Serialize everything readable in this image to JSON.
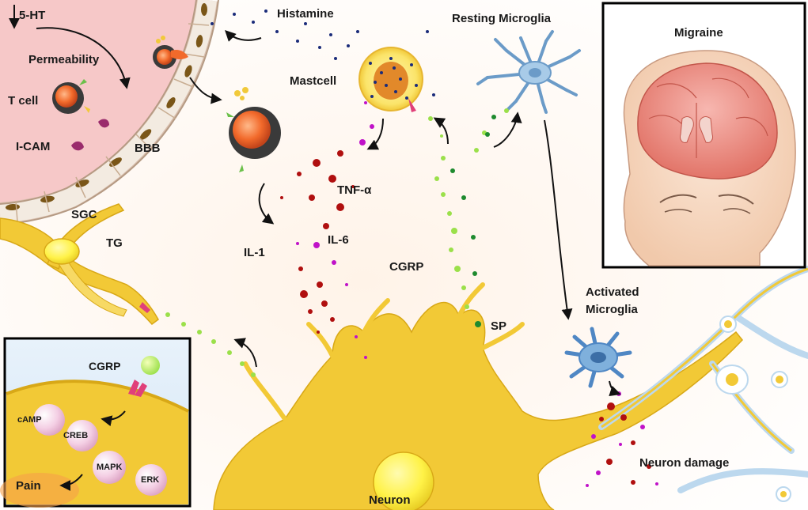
{
  "figure": {
    "labels": {
      "five_ht": "5-HT",
      "permeability": "Permeability",
      "t_cell": "T cell",
      "i_cam": "I-CAM",
      "bbb": "BBB",
      "histamine": "Histamine",
      "mastcell": "Mastcell",
      "resting_microglia": "Resting Microglia",
      "migraine": "Migraine",
      "sgc": "SGC",
      "tg": "TG",
      "tnf_alpha": "TNF-α",
      "il_1": "IL-1",
      "il_6": "IL-6",
      "cgrp": "CGRP",
      "sp": "SP",
      "activated_microglia_line1": "Activated",
      "activated_microglia_line2": "Microglia",
      "neuron_damage": "Neuron damage",
      "neuron": "Neuron"
    },
    "inset": {
      "cgrp": "CGRP",
      "camp": "cAMP",
      "creb": "CREB",
      "mapk": "MAPK",
      "erk": "ERK",
      "pain": "Pain"
    },
    "colors": {
      "bbb_vessel": "#f6c8c8",
      "bbb_wall": "#f1e8dc",
      "cell_nucleus": "#7a5618",
      "neuron_body": "#f2c936",
      "neuron_nucleus": "#fff247",
      "microglia": "#7fb0dc",
      "tnf_dots": "#b00f0f",
      "il_dots": "#c012c8",
      "cgrp_dots": "#9be04a",
      "sp_dots": "#1e8a2e",
      "histamine_dots": "#1b2c7a",
      "tcell_core": "#f26a2b",
      "inset_border": "#000000",
      "panel_border": "#000000"
    }
  }
}
